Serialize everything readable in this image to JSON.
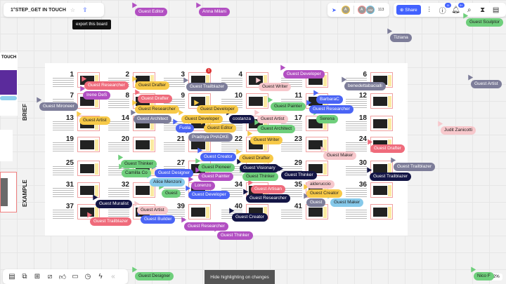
{
  "board": {
    "title": "1°STEP_GET IN TOUCH",
    "tooltip": "export this board",
    "side_labels": [
      "BRIEF",
      "EXAMPLE"
    ],
    "left_partial_text": "TOUCH"
  },
  "topbar": {
    "avatars": [
      "A",
      "A",
      "AM"
    ],
    "participants_count": "113",
    "share_label": "Share",
    "help_badge": "11",
    "bell_badge": "9+"
  },
  "frames": [
    "1",
    "2",
    "3",
    "4",
    "",
    "6",
    "7",
    "8",
    "9",
    "10",
    "11",
    "12",
    "13",
    "14",
    "",
    "",
    "17",
    "18",
    "19",
    "20",
    "21",
    "22",
    "23",
    "24",
    "25",
    "",
    "27",
    "",
    "29",
    "30",
    "31",
    "32",
    "",
    "34",
    "35",
    "36",
    "37",
    "",
    "39",
    "40",
    "41",
    ""
  ],
  "comment_badge": "1",
  "colors": {
    "red": "#ef6b7b",
    "yellow": "#f7c948",
    "green": "#6fcf7c",
    "purple": "#b24fc2",
    "blue": "#4a64f5",
    "navy": "#131545",
    "gray": "#7d7d99",
    "lightblue": "#86c9ea",
    "lightpink": "#f7c8cc",
    "accent": "#4262ff"
  },
  "cursors": [
    {
      "text": "Guest Editor",
      "color": "purple"
    },
    {
      "text": "Anna Milani",
      "color": "purple"
    },
    {
      "text": "Tiziana",
      "color": "gray"
    },
    {
      "text": "Guest Sculptor",
      "color": "green"
    },
    {
      "text": "Guest Artist",
      "color": "gray"
    },
    {
      "text": "Judit Zanicotti",
      "color": "lightpink"
    },
    {
      "text": "Guest Mironeer",
      "color": "gray"
    },
    {
      "text": "Guest Researcher",
      "color": "red"
    },
    {
      "text": "Irene DeS",
      "color": "purple"
    },
    {
      "text": "Guest Drafter",
      "color": "yellow"
    },
    {
      "text": "Guest Drafter",
      "color": "red"
    },
    {
      "text": "Guest Trailblazer",
      "color": "gray"
    },
    {
      "text": "Guest Researcher",
      "color": "yellow"
    },
    {
      "text": "Guest Architect",
      "color": "gray"
    },
    {
      "text": "Guest Developer",
      "color": "yellow"
    },
    {
      "text": "Guest Developer",
      "color": "yellow"
    },
    {
      "text": "Guest Editor",
      "color": "yellow"
    },
    {
      "text": "costanza",
      "color": "navy"
    },
    {
      "text": "Fuola",
      "color": "blue"
    },
    {
      "text": "Pradnya PHADKE",
      "color": "gray"
    },
    {
      "text": "Guest Artist",
      "color": "yellow"
    },
    {
      "text": "Guest Developer",
      "color": "purple"
    },
    {
      "text": "Guest Writer",
      "color": "lightpink"
    },
    {
      "text": "Guest Painter",
      "color": "green"
    },
    {
      "text": "BarbaraC",
      "color": "blue"
    },
    {
      "text": "Guest Researcher",
      "color": "blue"
    },
    {
      "text": "Serena",
      "color": "green"
    },
    {
      "text": "Guest Artist",
      "color": "lightpink"
    },
    {
      "text": "Guest Architect",
      "color": "green"
    },
    {
      "text": "Guest Writer",
      "color": "yellow"
    },
    {
      "text": "benedettabacialli",
      "color": "gray"
    },
    {
      "text": "Guest Drafter",
      "color": "red"
    },
    {
      "text": "Guest Maker",
      "color": "lightpink"
    },
    {
      "text": "Guest Thinker",
      "color": "green"
    },
    {
      "text": "Camilla Co",
      "color": "green"
    },
    {
      "text": "Guest Designer",
      "color": "blue"
    },
    {
      "text": "Alice Menzoni",
      "color": "lightblue"
    },
    {
      "text": "Guest Creator",
      "color": "blue"
    },
    {
      "text": "Guest Drafter",
      "color": "yellow"
    },
    {
      "text": "Guest Pioneer",
      "color": "green"
    },
    {
      "text": "Guest Visionary",
      "color": "navy"
    },
    {
      "text": "Guest Thinker",
      "color": "navy"
    },
    {
      "text": "Guest Painter",
      "color": "purple"
    },
    {
      "text": "Guest Thinker",
      "color": "green"
    },
    {
      "text": "Lorenzo",
      "color": "purple"
    },
    {
      "text": "Guest Developer",
      "color": "blue"
    },
    {
      "text": "Guest",
      "color": "green"
    },
    {
      "text": "Guest Artisan",
      "color": "red"
    },
    {
      "text": "Guest Researcher",
      "color": "navy"
    },
    {
      "text": "alderuccio",
      "color": "lightpink"
    },
    {
      "text": "Guest Creator",
      "color": "yellow"
    },
    {
      "text": "Guest",
      "color": "gray"
    },
    {
      "text": "Guest Maker",
      "color": "lightblue"
    },
    {
      "text": "Guest Trailblazer",
      "color": "navy"
    },
    {
      "text": "Guest Trailblazer",
      "color": "gray"
    },
    {
      "text": "Guest Muralist",
      "color": "navy"
    },
    {
      "text": "Guest Artist",
      "color": "lightpink"
    },
    {
      "text": "Guest Builder",
      "color": "blue"
    },
    {
      "text": "Guest Trailblazer",
      "color": "red"
    },
    {
      "text": "Guest Creator",
      "color": "navy"
    },
    {
      "text": "Guest Researcher",
      "color": "purple"
    },
    {
      "text": "Guest Thinker",
      "color": "purple"
    },
    {
      "text": "Guest Designer",
      "color": "green"
    },
    {
      "text": "Nico F",
      "color": "green"
    }
  ],
  "bottom": {
    "highlight_button": "Hide highlighting on changes",
    "zoom": "2%"
  }
}
